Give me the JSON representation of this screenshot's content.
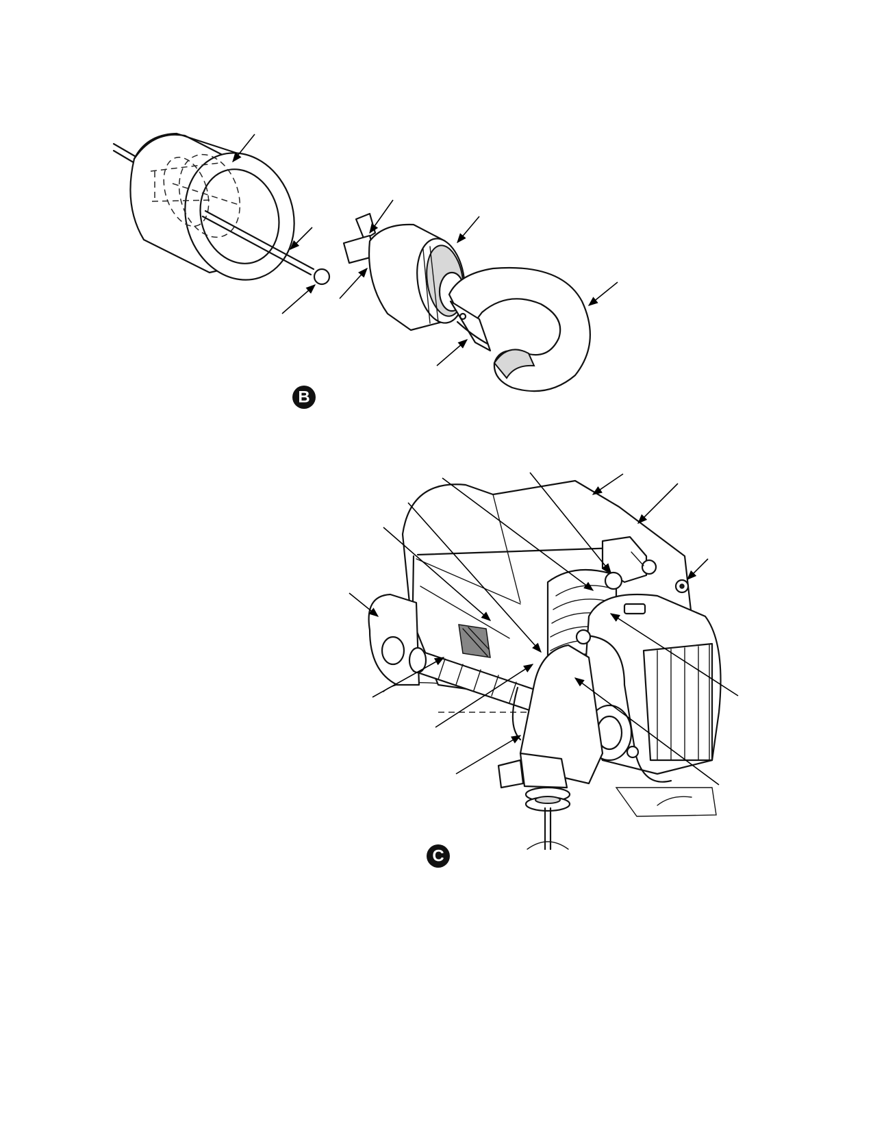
{
  "views": [
    {
      "id": "B",
      "badge_label": "B"
    },
    {
      "id": "C",
      "badge_label": "C"
    }
  ],
  "colors": {
    "line": "#111111",
    "badge_fill": "#111111",
    "badge_text": "#ffffff",
    "background": "#ffffff"
  }
}
